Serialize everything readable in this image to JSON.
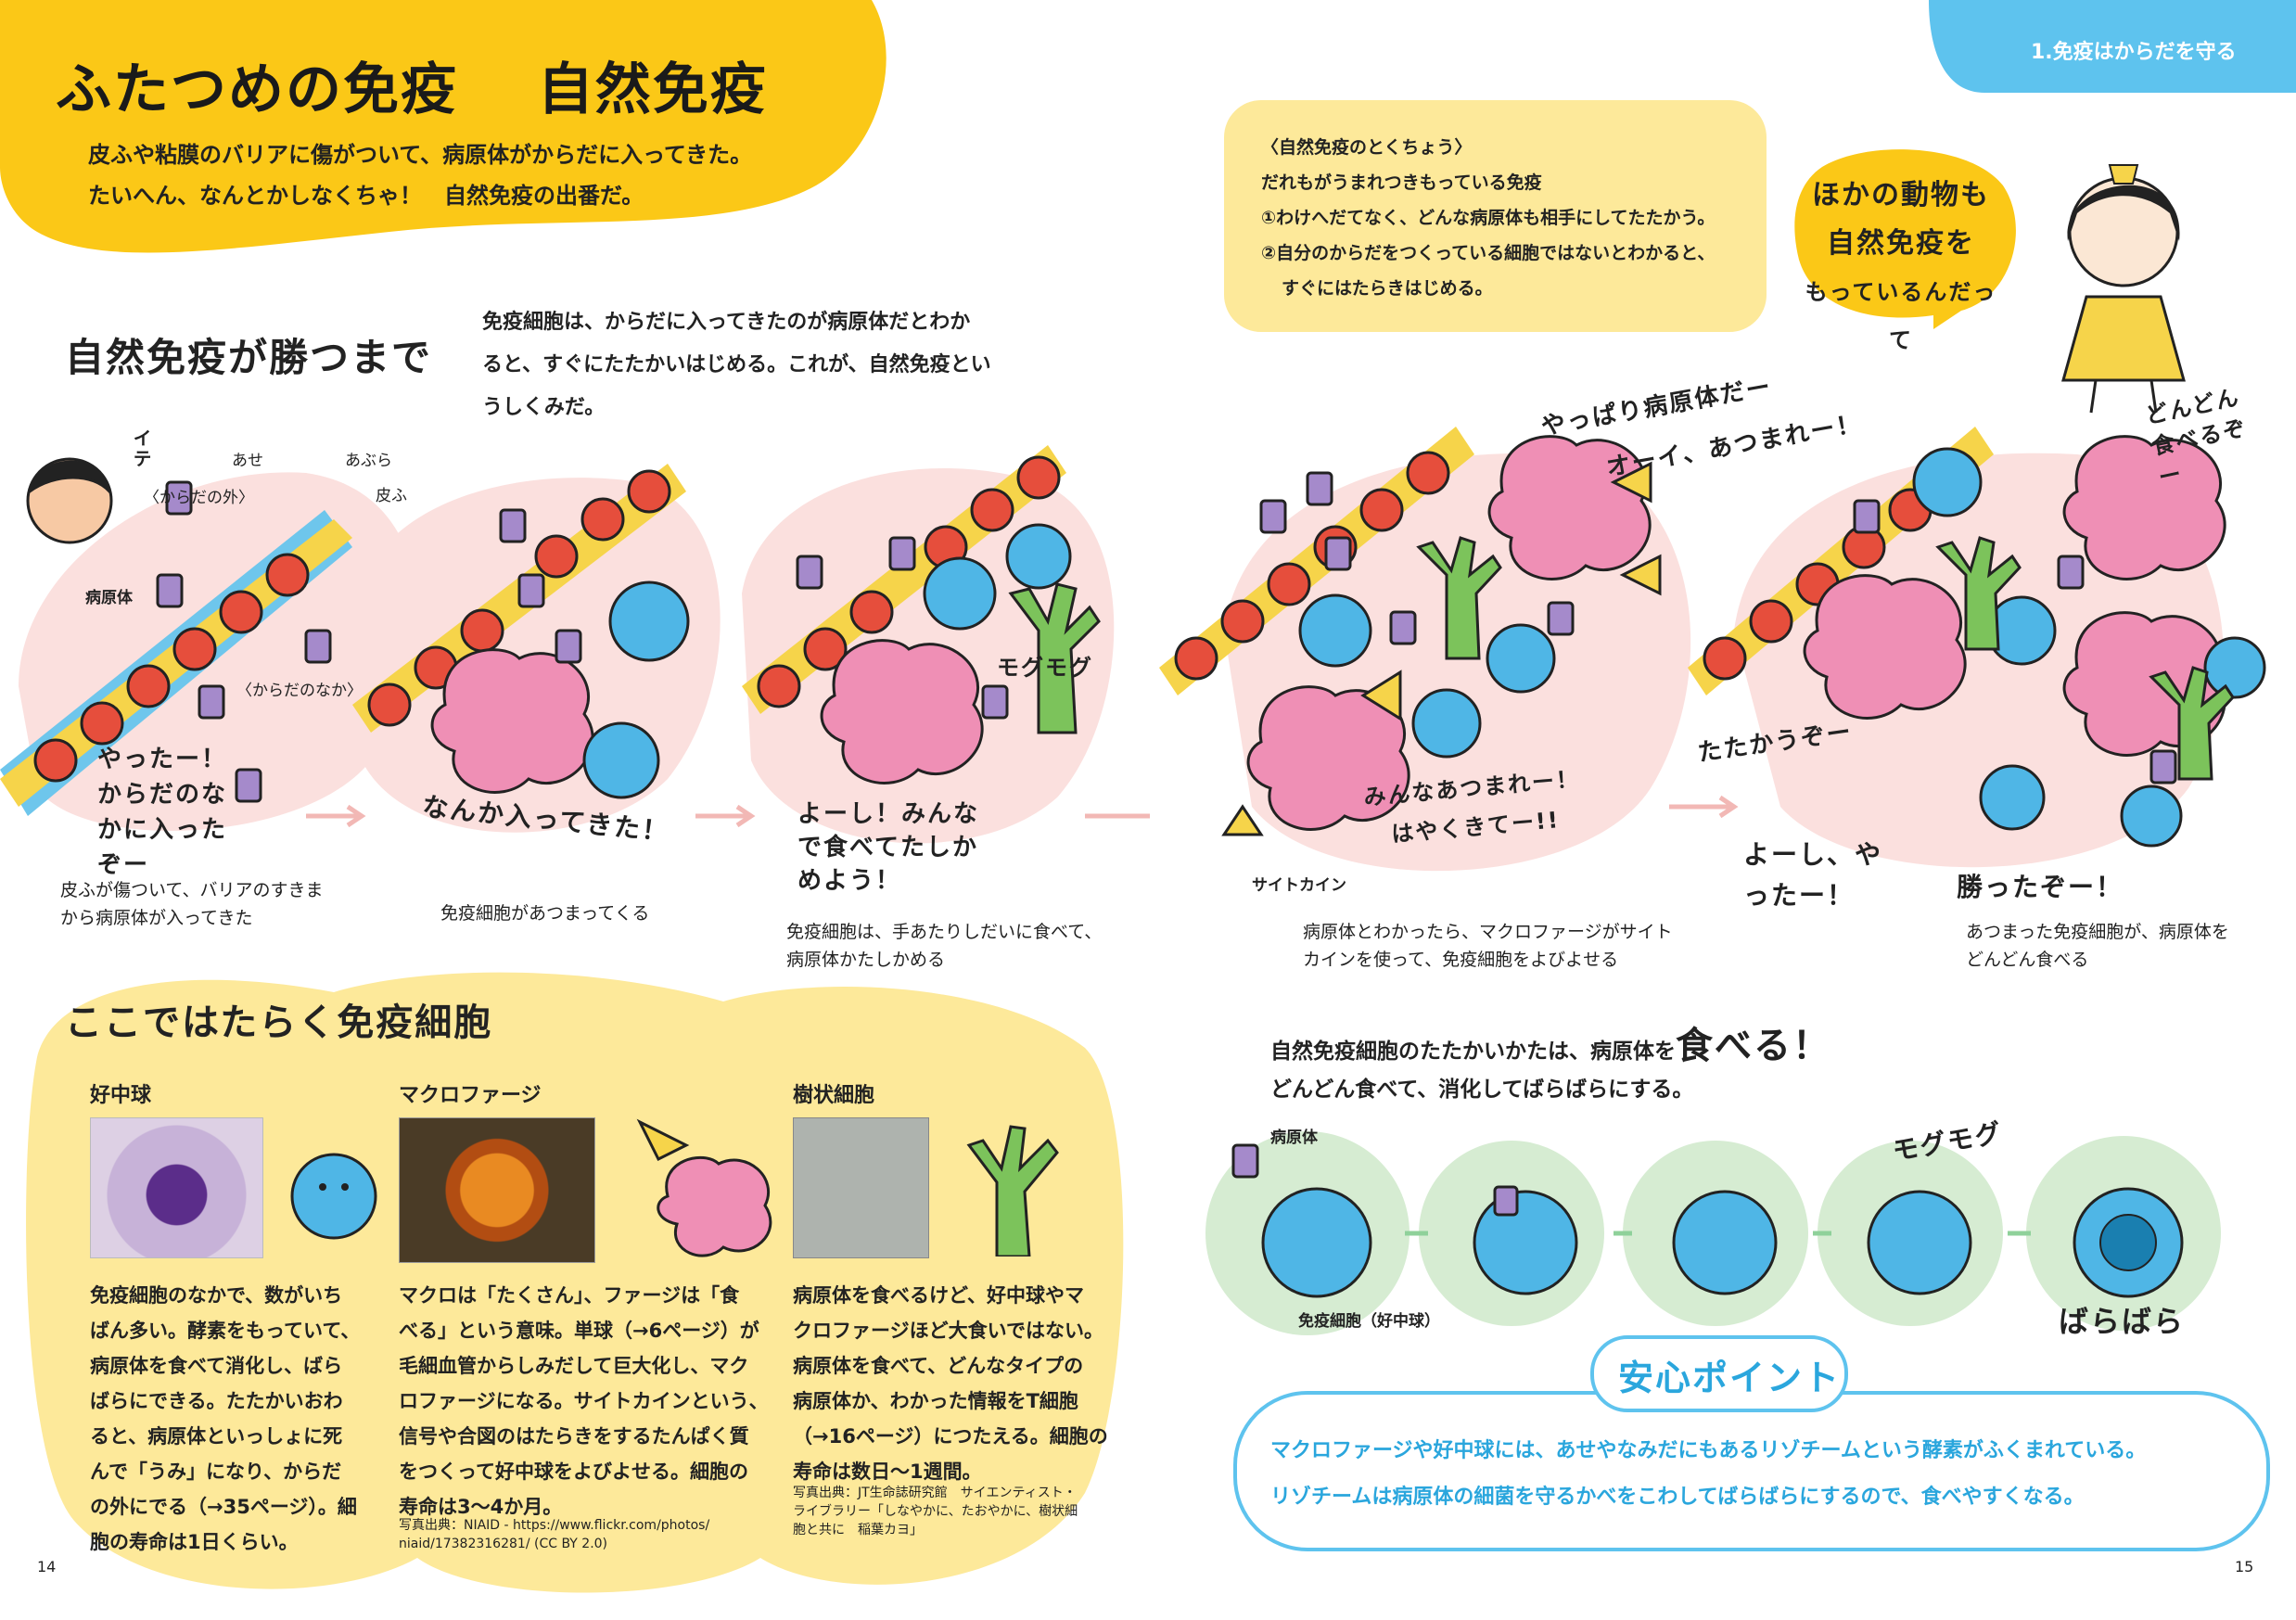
{
  "left_page": {
    "title_part1": "ふたつめの免疫",
    "title_part2": "自然免疫",
    "intro_line1": "皮ふや粘膜のバリアに傷がついて、病原体がからだに入ってきた。",
    "intro_line2": "たいへん、なんとかしなくちゃ！　自然免疫の出番だ。",
    "section1_heading": "自然免疫が勝つまで",
    "section1_text_line1": "免疫細胞は、からだに入ってきたのが病原体だとわか",
    "section1_text_line2": "ると、すぐにたたかいはじめる。これが、自然免疫とい",
    "section1_text_line3": "うしくみだ。",
    "stage1": {
      "label_ase": "あせ",
      "label_abura": "あぶら",
      "label_hifu": "皮ふ",
      "label_itte": "イテ",
      "label_outside": "〈からだの外〉",
      "label_inside": "〈からだのなか〉",
      "label_pathogen": "病原体",
      "speech": "やったー！からだのなかに入ったぞー",
      "caption_line1": "皮ふが傷ついて、バリアのすきま",
      "caption_line2": "から病原体が入ってきた"
    },
    "stage2": {
      "speech": "なんか入ってきた！",
      "caption": "免疫細胞があつまってくる"
    },
    "stage3": {
      "speech": "よーし！みんなで食べてたしかめよう！",
      "sound": "モグモグ",
      "caption_line1": "免疫細胞は、手あたりしだいに食べて、",
      "caption_line2": "病原体かたしかめる"
    },
    "section2_heading": "ここではたらく免疫細胞",
    "cells": [
      {
        "name": "好中球",
        "lines": [
          "免疫細胞のなかで、数がいち",
          "ばん多い。酵素をもっていて、",
          "病原体を食べて消化し、ばら",
          "ばらにできる。たたかいおわ",
          "ると、病原体といっしょに死",
          "んで「うみ」になり、からだ",
          "の外にでる（→35ページ）。細",
          "胞の寿命は1日くらい。"
        ]
      },
      {
        "name": "マクロファージ",
        "lines": [
          "マクロは「たくさん」、ファージは「食",
          "べる」という意味。単球（→6ページ）が",
          "毛細血管からしみだして巨大化し、マク",
          "ロファージになる。サイトカインという、",
          "信号や合図のはたらきをするたんぱく質",
          "をつくって好中球をよびよせる。細胞の",
          "寿命は3～4か月。"
        ],
        "credit_line1": "写真出典：NIAID - https://www.flickr.com/photos/",
        "credit_line2": "niaid/17382316281/ (CC BY 2.0)"
      },
      {
        "name": "樹状細胞",
        "lines": [
          "病原体を食べるけど、好中球やマ",
          "クロファージほど大食いではない。",
          "病原体を食べて、どんなタイプの",
          "病原体か、わかった情報をT細胞",
          "（→16ページ）につたえる。細胞の",
          "寿命は数日～1週間。"
        ],
        "credit_line1": "写真出典：JT生命誌研究館　サイエンティスト・",
        "credit_line2": "ライブラリー「しなやかに、たおやかに、樹状細",
        "credit_line3": "胞と共に　稲葉カヨ」"
      }
    ],
    "page_number": "14"
  },
  "right_page": {
    "chapter_tab": "1.免疫はからだを守る",
    "features_title": "〈自然免疫のとくちょう〉",
    "features_line1": "だれもがうまれつきもっている免疫",
    "features_line2": "①わけへだてなく、どんな病原体も相手にしてたたかう。",
    "features_line3": "②自分のからだをつくっている細胞ではないとわかると、",
    "features_line4": "すぐにはたらきはじめる。",
    "girl_speech_line1": "ほかの動物も",
    "girl_speech_line2": "自然免疫を",
    "girl_speech_line3": "もっているんだって",
    "stage4": {
      "speech1": "やっぱり病原体だー",
      "speech2": "オーイ、あつまれー！",
      "speech3": "みんなあつまれー！",
      "speech4": "はやくきてー!!",
      "label_cytokine": "サイトカイン",
      "caption_line1": "病原体とわかったら、マクロファージがサイト",
      "caption_line2": "カインを使って、免疫細胞をよびよせる"
    },
    "stage5": {
      "speech1": "どんどん食べるぞー",
      "speech2": "たたかうぞー",
      "speech3": "よーし、やったー！",
      "speech4": "勝ったぞー！",
      "caption_line1": "あつまった免疫細胞が、病原体を",
      "caption_line2": "どんどん食べる"
    },
    "eat_heading_pre": "自然免疫細胞のたたかいかたは、病原体を",
    "eat_heading_em": "食べる！",
    "eat_sub": "どんどん食べて、消化してばらばらにする。",
    "sequence_label_pathogen": "病原体",
    "sequence_label_cell": "免疫細胞（好中球）",
    "sequence_sound": "モグモグ",
    "sequence_end": "ばらばら",
    "anshin_title": "安心ポイント",
    "anshin_line1": "マクロファージや好中球には、あせやなみだにもあるリゾチームという酵素がふくまれている。",
    "anshin_line2": "リゾチームは病原体の細菌を守るかべをこわしてばらばらにするので、食べやすくなる。",
    "page_number": "15"
  },
  "colors": {
    "yellow": "#fbc817",
    "cream": "#fde99a",
    "pink_bg": "#fbe0de",
    "blue_cell": "#4fb6e6",
    "pink_cell": "#ef8fb5",
    "green_cell": "#7cc35b",
    "mint_bg": "#d6ecd2",
    "tab_blue": "#5ec3ee",
    "anshin_border": "#5ec3ee",
    "anshin_text": "#2aa6dd"
  }
}
